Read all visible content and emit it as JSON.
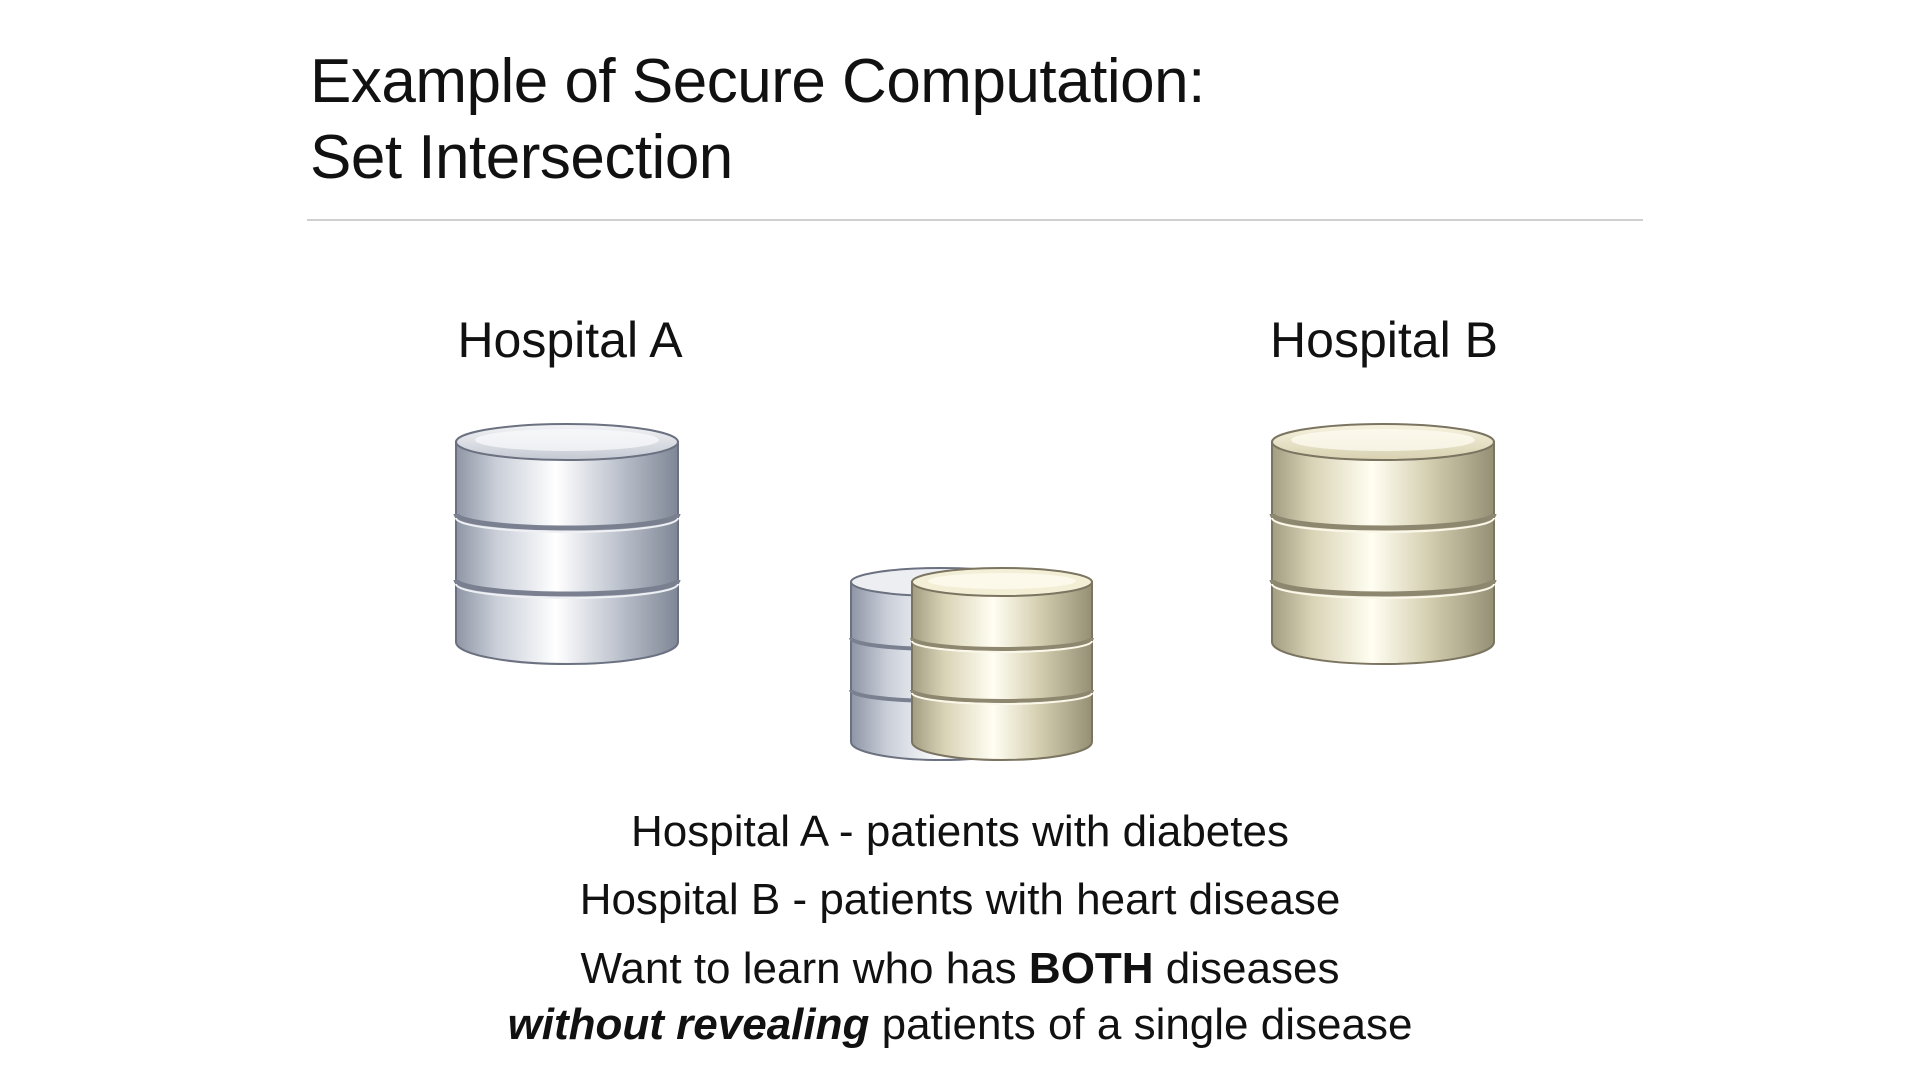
{
  "slide": {
    "title_line1": "Example of Secure Computation:",
    "title_line2": "Set Intersection"
  },
  "hospitals": {
    "a_label": "Hospital A",
    "b_label": "Hospital B"
  },
  "icons": {
    "db_a": "database-icon",
    "db_b": "database-icon",
    "db_intersection": "database-pair-icon",
    "silver_color": "#c7ccd6",
    "gold_color": "#e9e3c4"
  },
  "captions": {
    "line1": "Hospital A - patients with diabetes",
    "line2": "Hospital B - patients with heart disease",
    "line3_pre": "Want to learn who has ",
    "line3_bold": "BOTH",
    "line3_post": " diseases",
    "line4_emph": "without revealing",
    "line4_post": " patients of a single disease"
  }
}
